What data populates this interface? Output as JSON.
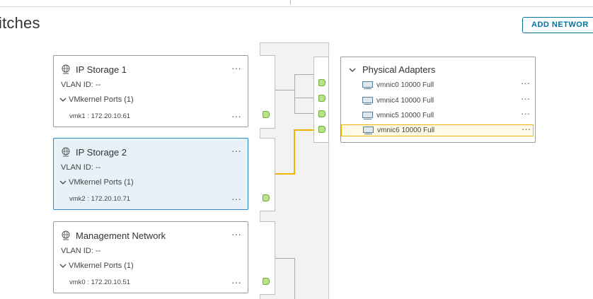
{
  "header": {
    "title": "itches",
    "add_network_label": "ADD NETWOR"
  },
  "port_groups": [
    {
      "name": "IP Storage 1",
      "vlan": "VLAN ID: --",
      "ports_label": "VMkernel Ports (1)",
      "vmk": "vmk1 : 172.20.10.61",
      "selected": false
    },
    {
      "name": "IP Storage 2",
      "vlan": "VLAN ID: --",
      "ports_label": "VMkernel Ports (1)",
      "vmk": "vmk2 : 172.20.10.71",
      "selected": true
    },
    {
      "name": "Management Network",
      "vlan": "VLAN ID: --",
      "ports_label": "VMkernel Ports (1)",
      "vmk": "vmk0 : 172.20.10.51",
      "selected": false
    }
  ],
  "physical_adapters": {
    "title": "Physical Adapters",
    "adapters": [
      {
        "label": "vmnic0 10000 Full",
        "selected": false
      },
      {
        "label": "vmnic4 10000 Full",
        "selected": false
      },
      {
        "label": "vmnic5 10000 Full",
        "selected": false
      },
      {
        "label": "vmnic6 10000 Full",
        "selected": true
      }
    ]
  },
  "more_actions_glyph": "···",
  "colors": {
    "accent": "#0072a3",
    "selected_border": "#2b8ac6",
    "selected_bg": "#e6f2f8",
    "active_path": "#f5b301",
    "port_green": "#b9e28a"
  },
  "icons": {
    "port_group": "network-globe-icon",
    "expand": "chevron-down-icon",
    "adapter": "network-adapter-icon",
    "more": "more-actions-icon"
  }
}
